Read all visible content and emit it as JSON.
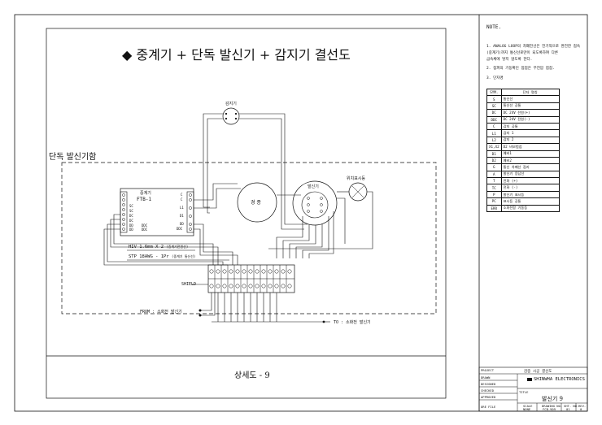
{
  "diagram": {
    "title": "◆ 중계기 + 단독 발신기 + 감지기 결선도",
    "enclosure_label": "단독 발신기함",
    "footer": "상세도 - 9",
    "detector_label": "감지기",
    "bell_label": "경 종",
    "transmitter_label": "발신기",
    "indicator_label": "위치표시등",
    "repeater": {
      "name1": "중계기",
      "name2": "FTB-1"
    },
    "repeater_terminals_left": [
      "SC",
      "SC",
      "DC",
      "DC",
      "DD",
      "DD",
      "DDC",
      "DDC"
    ],
    "repeater_terminals_right": [
      "C",
      "C",
      "L1",
      "D1",
      "DD",
      "DDC"
    ],
    "cable1": "HIV 1.6mm X 2",
    "cable1_note": "(중계기전원선)",
    "cable2": "STP 18AWG - 1Pr",
    "cable2_note": "(중계기 통신선)",
    "shield_label": "SHIELD",
    "from_label": "FROM : 소화전 발신기",
    "to_label": "TO : 소화전 발신기"
  },
  "notes": {
    "heading": "NOTE.",
    "items": [
      "1. ANALOG LOOP의 차폐전선은 전기적으로 완전한 접속",
      "(중계기)까지 통신선로만이 되도록하여 다른",
      "금속체에 닿지 않도록 한다.",
      "2. 점퍼의 기동확인 점점은 무전압 접점.",
      "3. 단자명"
    ]
  },
  "legend": {
    "headers": [
      "SYM.",
      "단자 명칭"
    ],
    "rows": [
      [
        "S",
        "통신선"
      ],
      [
        "SC",
        "통신선 공통"
      ],
      [
        "DC",
        "DC 24V 전원(+)"
      ],
      [
        "DDC",
        "DC 24V 전원(-)"
      ],
      [
        "C",
        "감지 공통"
      ],
      [
        "L1",
        "감지 1"
      ],
      [
        "L2",
        "감지 2"
      ],
      [
        "X1,X2",
        "D2 비보험접"
      ],
      [
        "D1",
        "예비1"
      ],
      [
        "D2",
        "예비2"
      ],
      [
        "G",
        "통신 차폐선 접지"
      ],
      [
        "A",
        "발신기 응답선"
      ],
      [
        "T",
        "전화 (+)"
      ],
      [
        "TC",
        "전화 (-)"
      ],
      [
        "P",
        "발신기 표시등"
      ],
      [
        "PC",
        "표시등 공통"
      ],
      [
        "ERR",
        "소화전함 기동등"
      ]
    ]
  },
  "titleblock": {
    "project_label": "PROJECT",
    "project": "감중 시공 결선도",
    "rows": [
      "DRAWN",
      "DESIGNED",
      "CHECKED",
      "APPROVED",
      "ORE FILE"
    ],
    "company": "SHINWHA ELECTRONICS",
    "title_label": "TITLE",
    "drawing_title": "발신기 9",
    "bottom_labels": [
      "SCALE",
      "DRAWING NO.",
      "SHT. NO.",
      "REV."
    ],
    "bottom_values": [
      "NONE",
      "FCB-909",
      "01",
      "0"
    ]
  }
}
